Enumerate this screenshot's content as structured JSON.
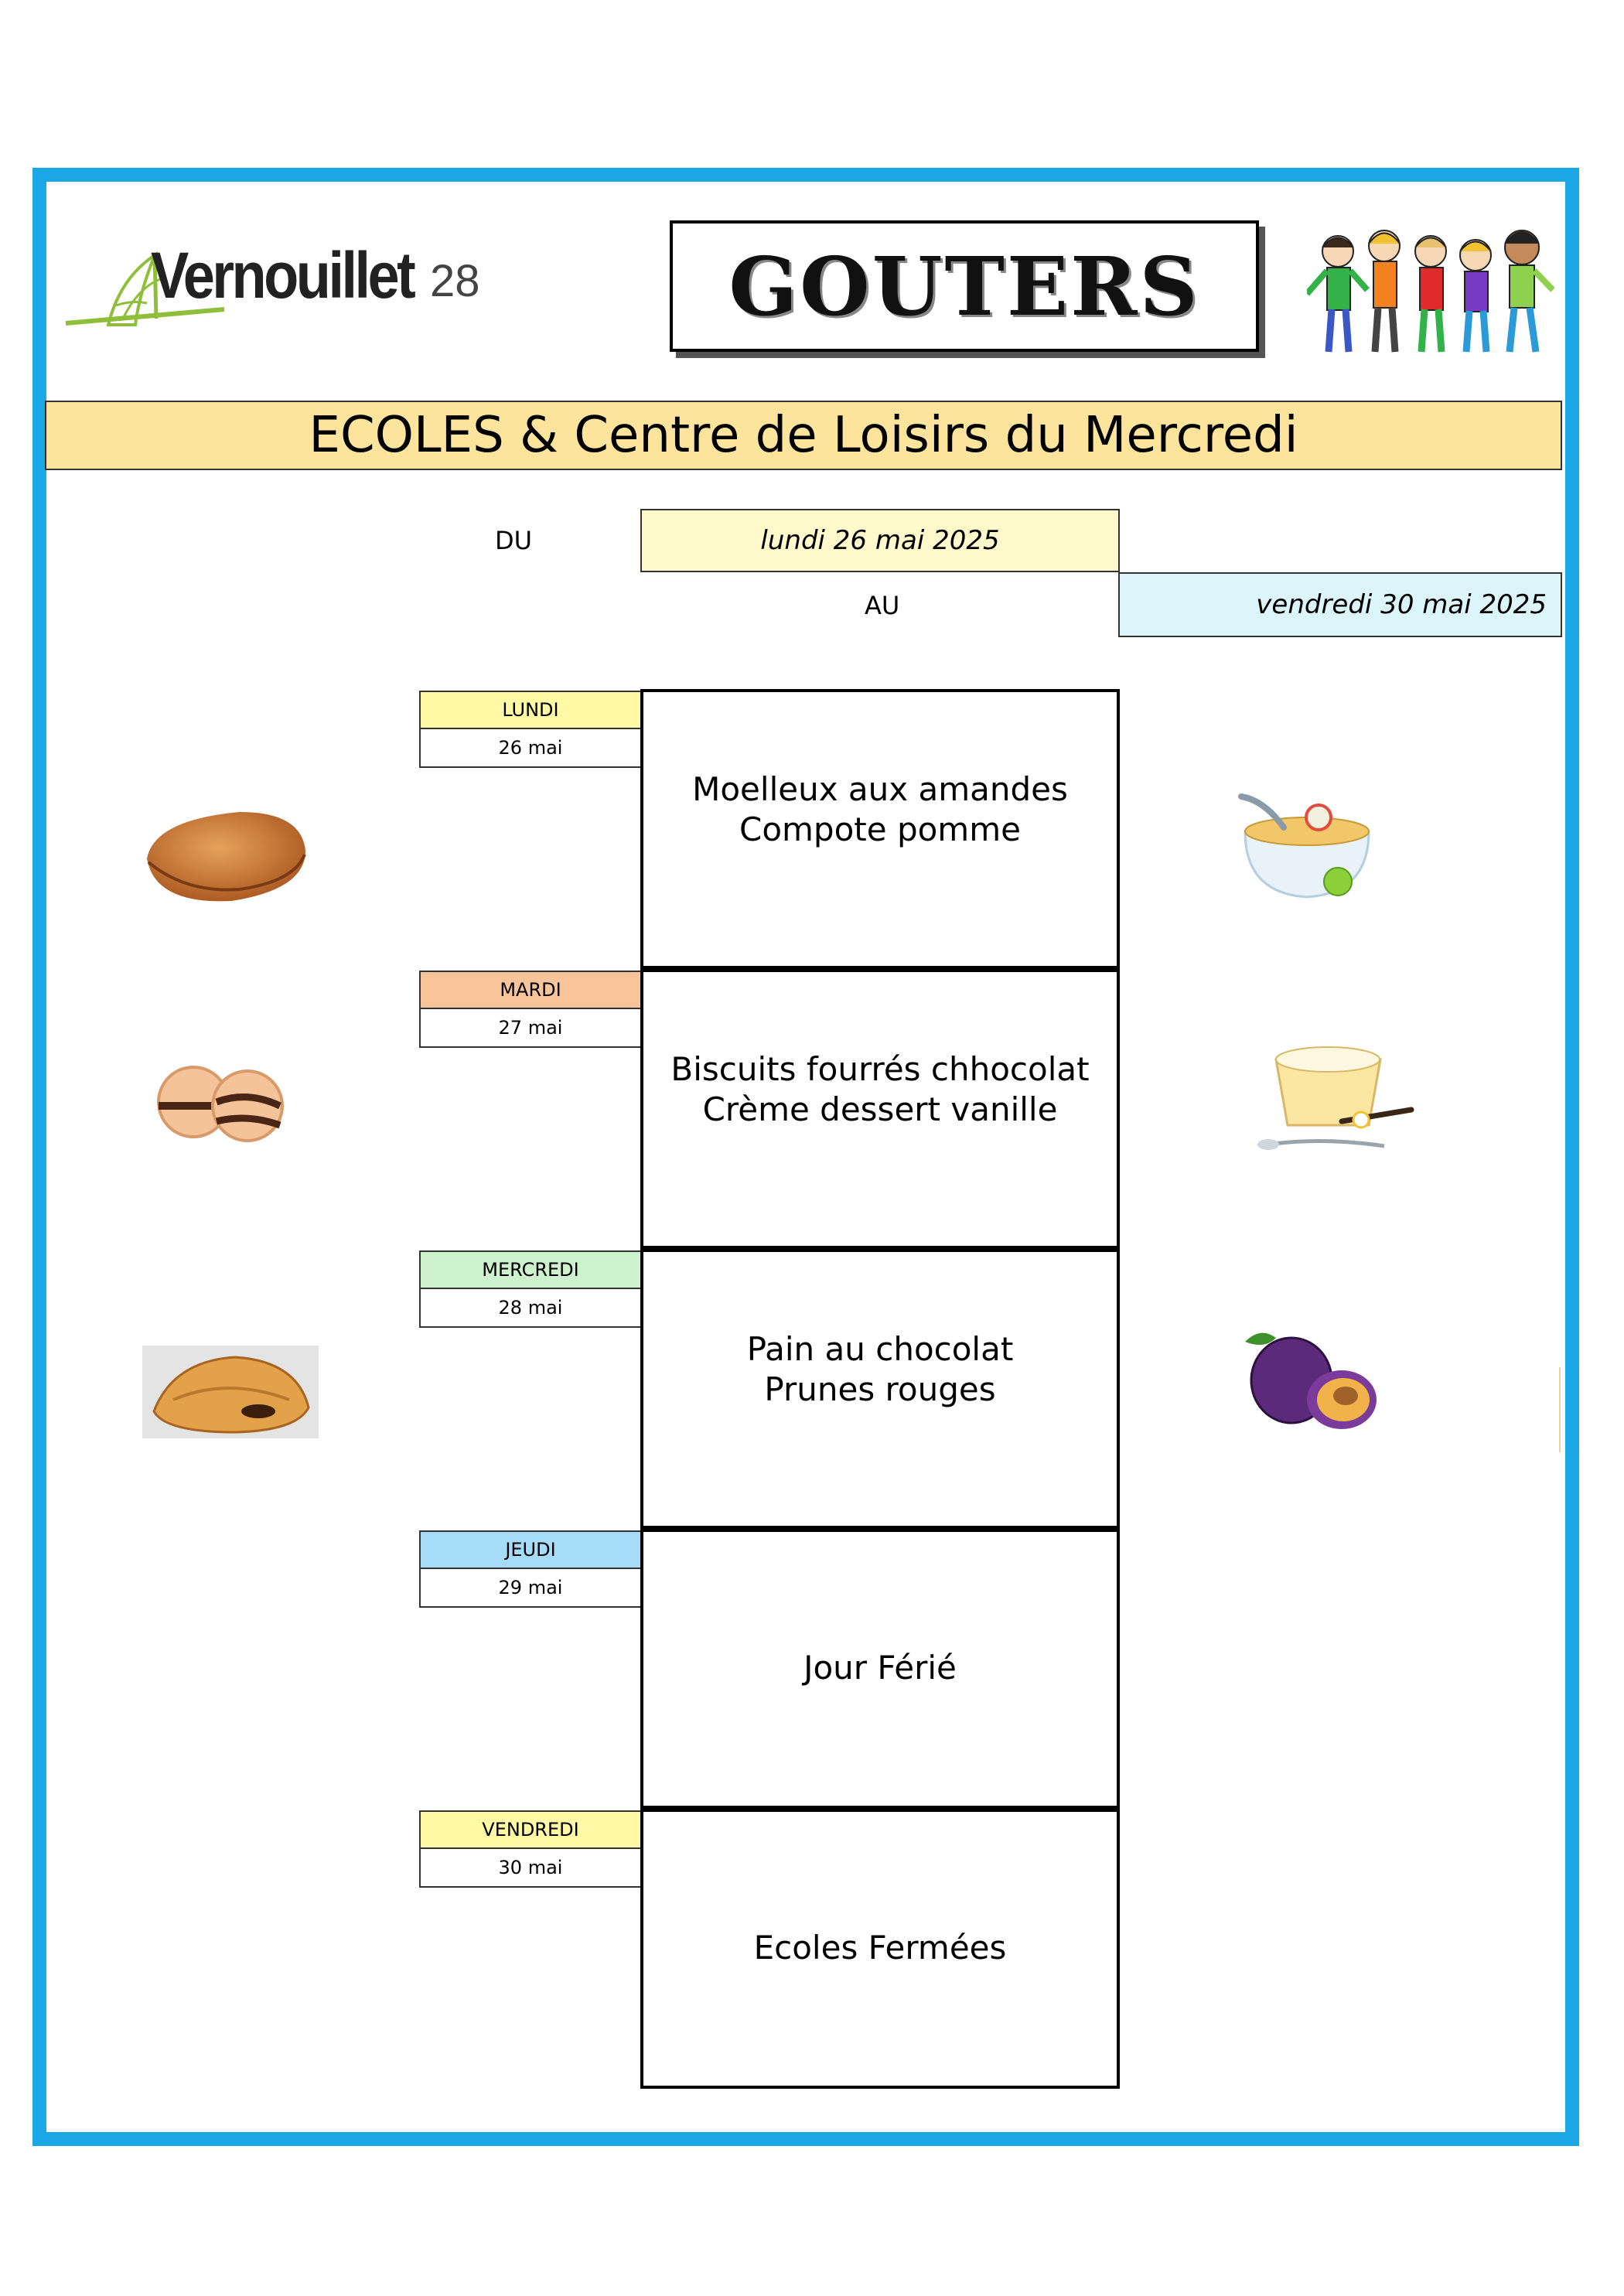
{
  "header": {
    "logo_text": "Vernouillet",
    "logo_number": "28",
    "title": "GOUTERS"
  },
  "banner": "ECOLES & Centre de Loisirs du Mercredi",
  "period": {
    "du_label": "DU",
    "start": "lundi 26 mai 2025",
    "au_label": "AU",
    "end": "vendredi 30 mai 2025"
  },
  "colors": {
    "frame": "#1aa8e6",
    "banner": "#fde49c",
    "lundi": "#fff9a6",
    "mardi": "#f9c49a",
    "mercredi": "#cdf2cd",
    "jeudi": "#a6dcf7",
    "vendredi": "#fff9a6"
  },
  "days": [
    {
      "name": "LUNDI",
      "date": "26 mai",
      "menu": [
        "Moelleux aux amandes",
        "Compote pomme"
      ],
      "left_image": "almond-cake-icon",
      "right_image": "apple-compote-icon"
    },
    {
      "name": "MARDI",
      "date": "27 mai",
      "menu": [
        "Biscuits fourrés chhocolat",
        "Crème dessert vanille"
      ],
      "left_image": "chocolate-biscuits-icon",
      "right_image": "vanilla-cream-icon"
    },
    {
      "name": "MERCREDI",
      "date": "28 mai",
      "menu": [
        "Pain au chocolat",
        "Prunes rouges"
      ],
      "left_image": "pain-au-chocolat-icon",
      "right_image": "plums-icon"
    },
    {
      "name": "JEUDI",
      "date": "29 mai",
      "menu": [
        "Jour Férié"
      ]
    },
    {
      "name": "VENDREDI",
      "date": "30 mai",
      "menu": [
        "Ecoles Fermées"
      ]
    }
  ]
}
